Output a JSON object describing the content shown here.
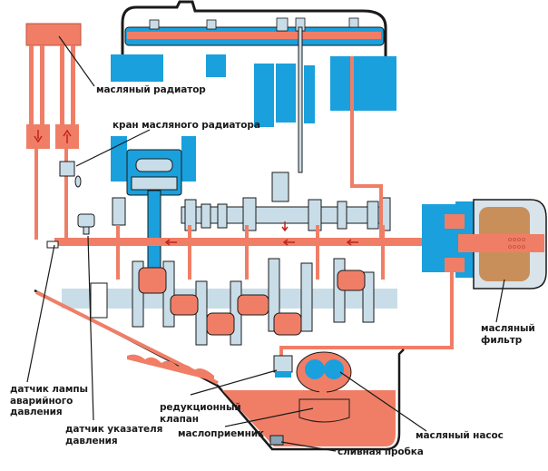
{
  "title": "Схема системы смазки двигателя",
  "colors": {
    "oil": "#f07e66",
    "oil_dark": "#c0503a",
    "block_blue": "#1aa0dc",
    "metal_light": "#c9dde8",
    "filter_element": "#c98f5a",
    "outline": "#1a1a1a"
  },
  "labels": {
    "oil_radiator": "масляный радиатор",
    "radiator_valve": "кран масляного радиатора",
    "warning_lamp_sensor": "датчик лампы\nаварийного\nдавления",
    "pressure_gauge_sensor": "датчик указателя\nдавления",
    "reduction_valve": "редукционный\nклапан",
    "oil_intake": "маслоприемник",
    "oil_pump": "масляный насос",
    "drain_plug": "сливная пробка",
    "oil_filter": "масляный\nфильтр"
  }
}
